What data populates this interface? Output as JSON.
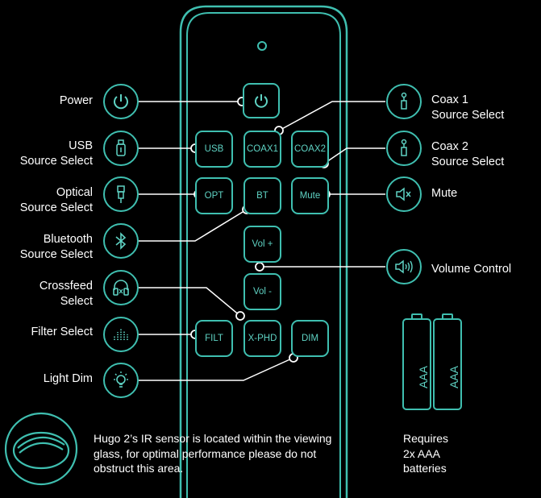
{
  "labels": {
    "power": "Power",
    "usb": [
      "USB",
      "Source Select"
    ],
    "optical": [
      "Optical",
      "Source Select"
    ],
    "bluetooth": [
      "Bluetooth",
      "Source Select"
    ],
    "crossfeed": [
      "Crossfeed",
      "Select"
    ],
    "filter": "Filter Select",
    "light_dim": "Light Dim",
    "coax1": [
      "Coax 1",
      "Source Select"
    ],
    "coax2": [
      "Coax 2",
      "Source Select"
    ],
    "mute": "Mute",
    "volume": "Volume Control"
  },
  "buttons": {
    "usb": "USB",
    "coax1": "COAX1",
    "coax2": "COAX2",
    "opt": "OPT",
    "bt": "BT",
    "mute": "Mute",
    "vol_up": "Vol +",
    "vol_down": "Vol -",
    "filt": "FILT",
    "xphd": "X-PHD",
    "dim": "DIM"
  },
  "sensor_note": [
    "Hugo 2’s IR sensor is located within the viewing",
    "glass, for optimal performance please do not",
    "obstruct this area."
  ],
  "batteries": {
    "label": "AAA",
    "note": [
      "Requires",
      "2x AAA",
      "batteries"
    ]
  },
  "colors": {
    "accent": "#3fbfb0",
    "background": "#000000",
    "text": "#ffffff"
  }
}
